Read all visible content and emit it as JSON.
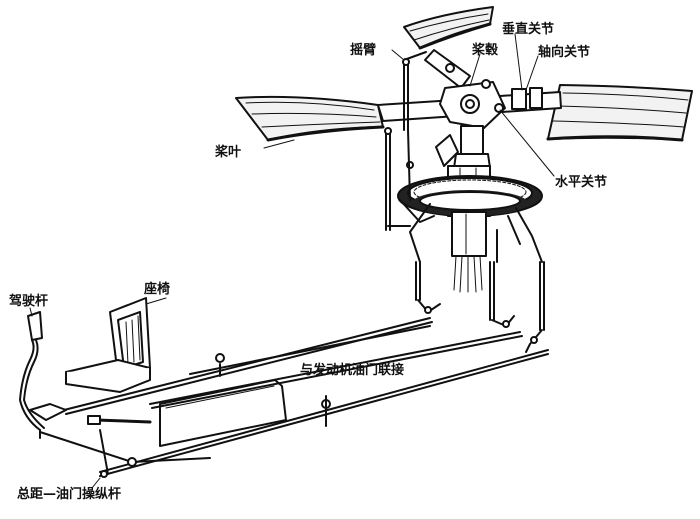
{
  "labels": {
    "rocker_arm": "摇臂",
    "flapping_hinge": "垂直关节",
    "hub": "桨毂",
    "feathering_hinge": "轴向关节",
    "blade": "桨叶",
    "lead_lag_hinge": "水平关节",
    "seat": "座椅",
    "cyclic_stick": "驾驶杆",
    "engine_throttle_link": "与发动机油门联接",
    "collective_throttle_lever": "总距—油门操纵杆"
  },
  "colors": {
    "ink": "#111111",
    "paper": "#ffffff",
    "fill_light": "#f2f2f2",
    "fill_dark": "#222222"
  }
}
